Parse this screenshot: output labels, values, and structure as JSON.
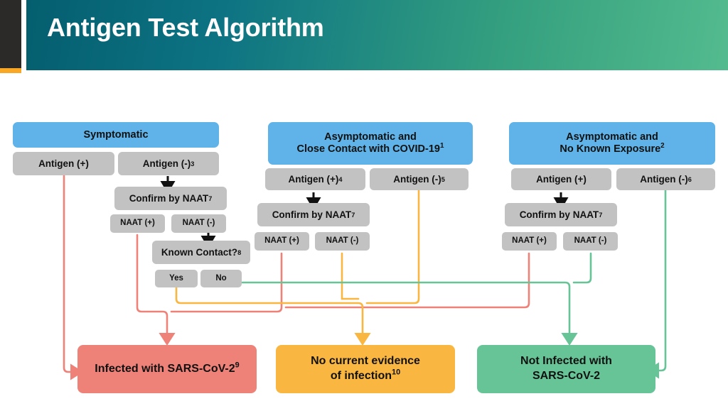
{
  "header": {
    "title": "Antigen Test Algorithm",
    "gradient_from": "#045e6e",
    "gradient_to": "#53bb8e",
    "bar_color": "#2b2a28",
    "accent_color": "#f9a825"
  },
  "palette": {
    "header_box": "#5fb3e8",
    "step_box": "#c2c2c2",
    "infected": "#ee8279",
    "no_evidence": "#f9b640",
    "not_infected": "#67c496"
  },
  "columns": [
    {
      "id": "symptomatic",
      "header": "Symptomatic",
      "header_line2": "",
      "antigen_pos": "Antigen (+)",
      "antigen_pos_sup": "",
      "antigen_neg": "Antigen (-)",
      "antigen_neg_sup": "3",
      "confirm": "Confirm by NAAT",
      "confirm_sup": "7",
      "naat_pos": "NAAT (+)",
      "naat_neg": "NAAT (-)",
      "known_contact": "Known Contact?",
      "known_contact_sup": "8",
      "yes": "Yes",
      "no": "No"
    },
    {
      "id": "close-contact",
      "header": "Asymptomatic and",
      "header_line2": "Close Contact with COVID-19",
      "header_sup": "1",
      "antigen_pos": "Antigen (+)",
      "antigen_pos_sup": "4",
      "antigen_neg": "Antigen (-)",
      "antigen_neg_sup": "5",
      "confirm": "Confirm by NAAT",
      "confirm_sup": "7",
      "naat_pos": "NAAT (+)",
      "naat_neg": "NAAT (-)"
    },
    {
      "id": "no-exposure",
      "header": "Asymptomatic and",
      "header_line2": "No Known Exposure",
      "header_sup": "2",
      "antigen_pos": "Antigen (+)",
      "antigen_pos_sup": "",
      "antigen_neg": "Antigen (-)",
      "antigen_neg_sup": "6",
      "confirm": "Confirm by NAAT",
      "confirm_sup": "7",
      "naat_pos": "NAAT (+)",
      "naat_neg": "NAAT (-)"
    }
  ],
  "results": [
    {
      "id": "infected",
      "line1": "Infected with SARS-CoV-2",
      "sup": "9",
      "line2": "",
      "color": "#ee8279"
    },
    {
      "id": "no-evidence",
      "line1": "No current evidence",
      "line2": "of infection",
      "sup": "10",
      "color": "#f9b640"
    },
    {
      "id": "not-infected",
      "line1": "Not Infected with",
      "line2": "SARS-CoV-2",
      "sup": "",
      "color": "#67c496"
    }
  ],
  "connector_colors": {
    "to_infected": "#ee8279",
    "to_no_evidence": "#f9b640",
    "to_not_infected": "#67c496"
  }
}
